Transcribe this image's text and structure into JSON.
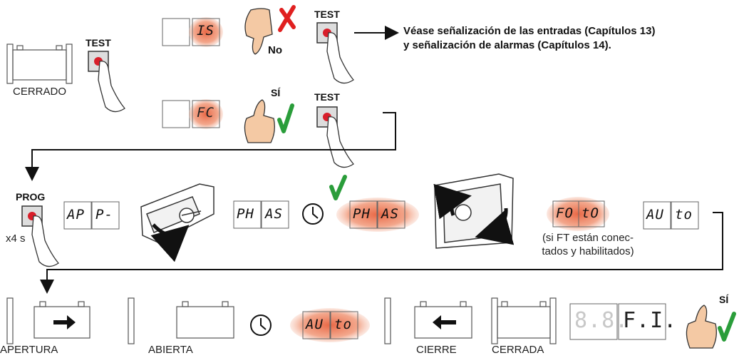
{
  "row1": {
    "gate_state_label": "CERRADO",
    "test_label_1": "TEST",
    "display_is": "IS",
    "no_label": "No",
    "test_label_2": "TEST",
    "note_line1": "Véase señalización de las entradas (Capítulos 13)",
    "note_line2": "y señalización de alarmas (Capítulos 14).",
    "display_fc": "FC",
    "si_label": "SÍ",
    "test_label_3": "TEST"
  },
  "row2": {
    "prog_label": "PROG",
    "hold_label": "x4 s",
    "display_ap_left": "AP",
    "display_ap_right": "P-",
    "display_ph_left": "PH",
    "display_ph_right": "AS",
    "display_ph2_left": "PH",
    "display_ph2_right": "AS",
    "display_fo_left": "FO",
    "display_fo_right": "tO",
    "display_au_left": "AU",
    "display_au_right": "to",
    "paren_line1": "(si FT están conec-",
    "paren_line2": "tados y habilitados)"
  },
  "row3": {
    "apertura_label": "APERTURA",
    "abierta_label": "ABIERTA",
    "display_auto_left": "AU",
    "display_auto_right": "to",
    "cierre_label": "CIERRE",
    "cerrada_label": "CERRADA",
    "display_88_left": "8.8.",
    "display_88_right": "F.I.",
    "si_label": "SÍ"
  },
  "colors": {
    "glow": "#e8603c",
    "check": "#2a9d3a",
    "cross": "#e02020",
    "button_red": "#d81e2a"
  }
}
